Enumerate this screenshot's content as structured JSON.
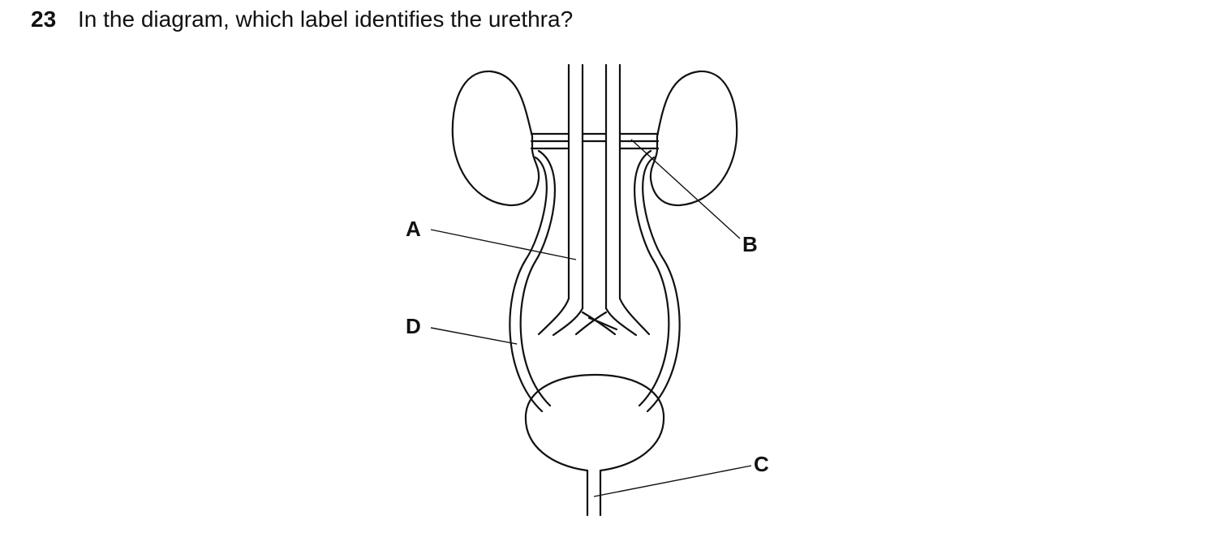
{
  "question": {
    "number": "23",
    "text": "In the diagram, which label identifies the urethra?"
  },
  "labels": {
    "a": "A",
    "b": "B",
    "c": "C",
    "d": "D"
  }
}
